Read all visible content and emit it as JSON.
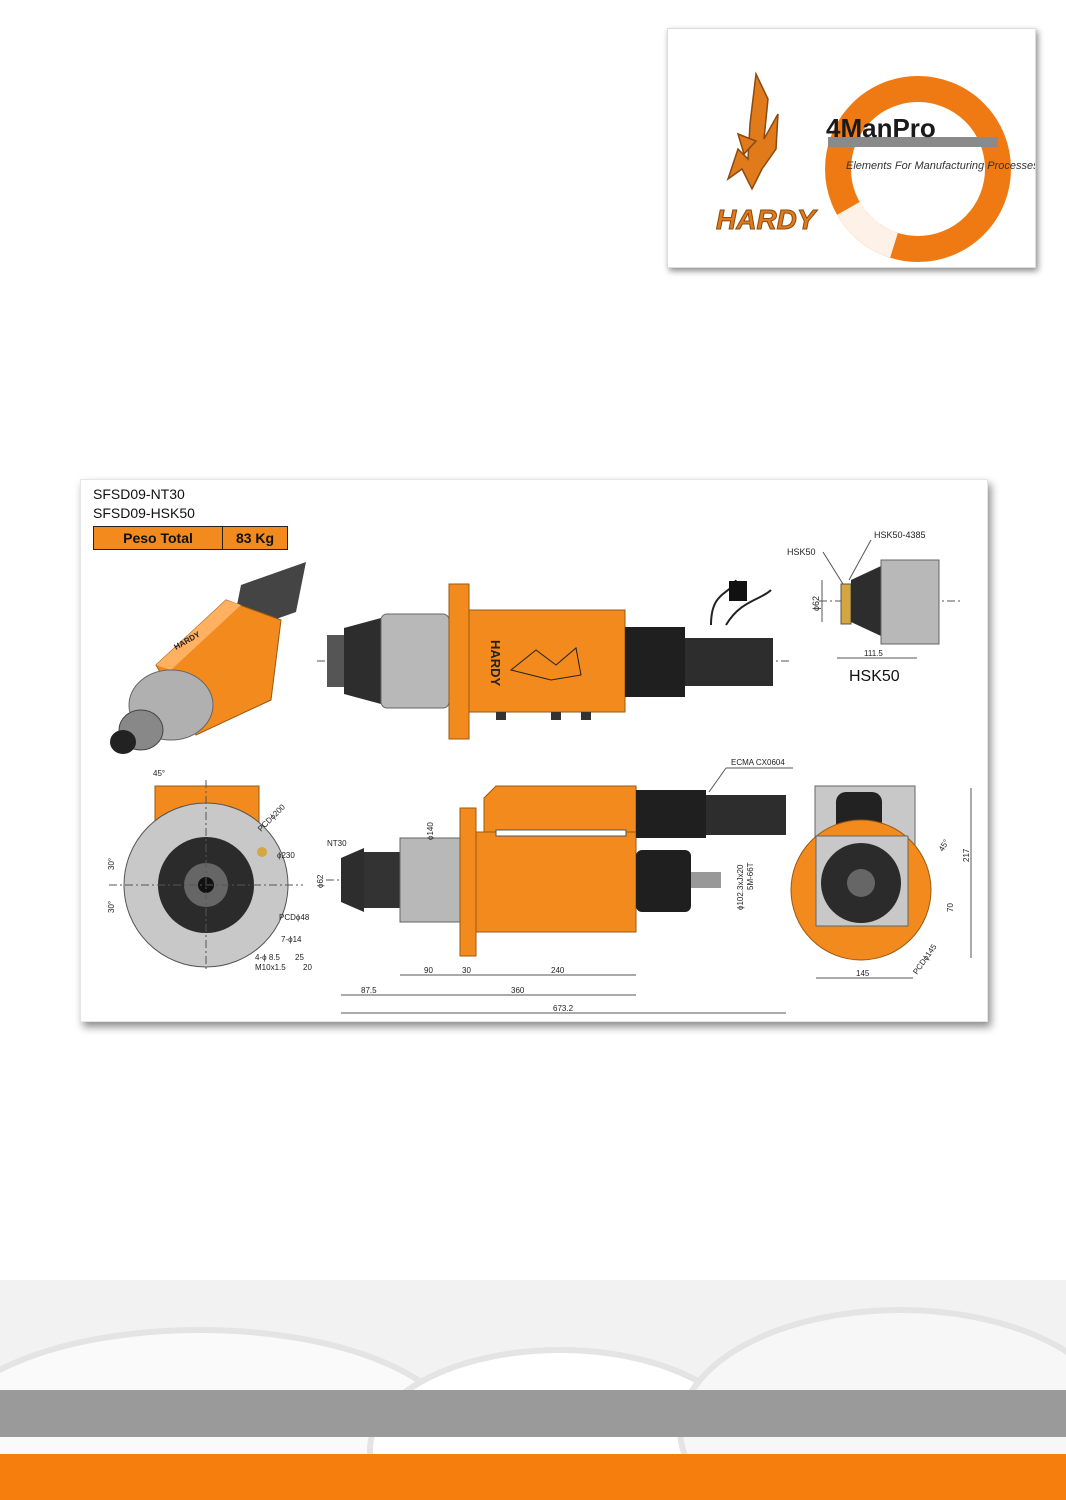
{
  "logo": {
    "hardy_text": "HARDY",
    "manpro_text": "4ManPro",
    "manpro_tagline": "Elements For Manufacturing Processes"
  },
  "sheet": {
    "model_1": "SFSD09-NT30",
    "model_2": "SFSD09-HSK50",
    "weight_label": "Peso Total",
    "weight_value": "83 Kg",
    "body_brand": "HARDY"
  },
  "labels": {
    "hsk50": "HSK50",
    "hsk50_4385": "HSK50-4385",
    "hsk50_big": "HSK50",
    "d62_top": "ϕ62",
    "dim_111_5": "111.5",
    "nt30": "NT30",
    "ecma": "ECMA CX0604",
    "d140": "ϕ140",
    "d62_side": "ϕ62",
    "d102": "ϕ102.3xJx20",
    "sm": "5M-66T",
    "dim_87_5": "87.5",
    "dim_90": "90",
    "dim_30": "30",
    "dim_240": "240",
    "dim_360": "360",
    "dim_673_2": "673.2",
    "angle_45": "45°",
    "angle_30a": "30°",
    "angle_30b": "30°",
    "pcd200": "PCDϕ200",
    "d230": "ϕ230",
    "pcd48": "PCDϕ48",
    "holes7": "7-ϕ14",
    "holes4": "4-ϕ 8.5",
    "holes4_depth": "25",
    "thread": "M10x1.5",
    "thread_depth": "20",
    "dim_217": "217",
    "dim_70": "70",
    "dim_145": "145",
    "pcd145": "PCDϕ145",
    "angle_45b": "45°"
  },
  "colors": {
    "orange": "#f28a1e",
    "steel": "#b5b5b5",
    "dark": "#2a2a2a",
    "footer_gray": "#9a9a9a",
    "footer_orange": "#f57e0c"
  }
}
